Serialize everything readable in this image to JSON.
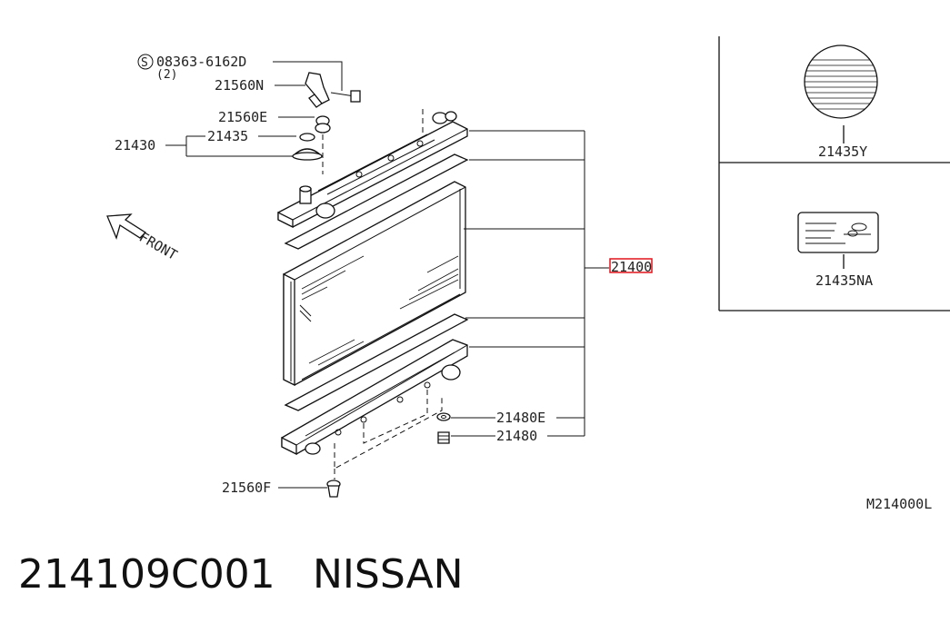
{
  "callouts": {
    "bolt": "08363-6162D",
    "bolt_qty": "(2)",
    "bracket_upper": "21560N",
    "mount_upper": "21560E",
    "cap": "21435",
    "cap_assembly": "21430",
    "radiator_assembly": "21400",
    "drain_washer": "21480E",
    "drain_plug": "21480",
    "mount_lower": "21560F",
    "label_round": "21435Y",
    "label_card": "21435NA",
    "screw_symbol": "S"
  },
  "direction_label": "FRONT",
  "diagram_code": "M214000L",
  "footer": {
    "part_number": "214109C001",
    "brand": "NISSAN"
  },
  "highlight_color": "#e0141b"
}
